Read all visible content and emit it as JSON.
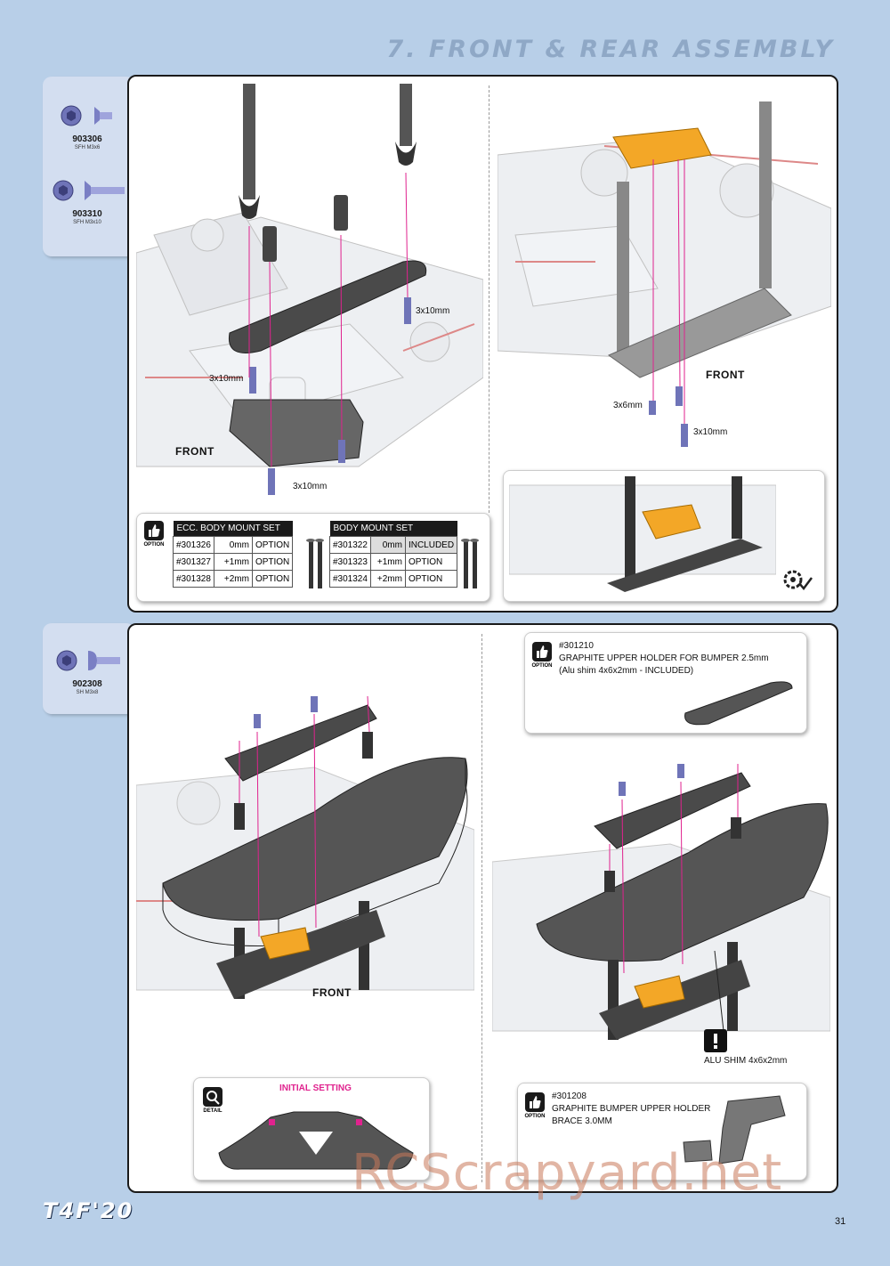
{
  "header": {
    "title": "7. FRONT & REAR ASSEMBLY"
  },
  "parts_tab_1": [
    {
      "code": "903306",
      "desc": "SFH M3x6",
      "icon": "flat-head-screw-icon"
    },
    {
      "code": "903310",
      "desc": "SFH M3x10",
      "icon": "flat-head-screw-icon"
    }
  ],
  "parts_tab_2": [
    {
      "code": "902308",
      "desc": "SH M3x8",
      "icon": "button-head-screw-icon"
    }
  ],
  "panel1": {
    "left": {
      "labels": [
        "3x10mm",
        "3x10mm",
        "3x10mm"
      ],
      "front": "FRONT"
    },
    "right": {
      "labels": [
        "3x6mm",
        "3x10mm"
      ],
      "front": "FRONT"
    },
    "option_label": "OPTION",
    "ecc_table": {
      "header": "ECC. BODY MOUNT SET",
      "rows": [
        [
          "#301326",
          "0mm",
          "OPTION"
        ],
        [
          "#301327",
          "+1mm",
          "OPTION"
        ],
        [
          "#301328",
          "+2mm",
          "OPTION"
        ]
      ]
    },
    "body_table": {
      "header": "BODY MOUNT SET",
      "rows": [
        [
          "#301322",
          "0mm",
          "INCLUDED"
        ],
        [
          "#301323",
          "+1mm",
          "OPTION"
        ],
        [
          "#301324",
          "+2mm",
          "OPTION"
        ]
      ]
    }
  },
  "panel2": {
    "front": "FRONT",
    "option1": {
      "label": "OPTION",
      "code": "#301210",
      "line1": "GRAPHITE UPPER HOLDER FOR BUMPER 2.5mm",
      "line2": "(Alu shim 4x6x2mm - INCLUDED)"
    },
    "alu_shim": "ALU SHIM 4x6x2mm",
    "detail": {
      "label": "DETAIL",
      "title": "INITIAL SETTING"
    },
    "option2": {
      "label": "OPTION",
      "code": "#301208",
      "line1": "GRAPHITE BUMPER UPPER HOLDER",
      "line2": "BRACE 3.0MM"
    }
  },
  "footer": {
    "brand": "T4F'20",
    "page": "31",
    "watermark": "RCScrapyard.net"
  }
}
